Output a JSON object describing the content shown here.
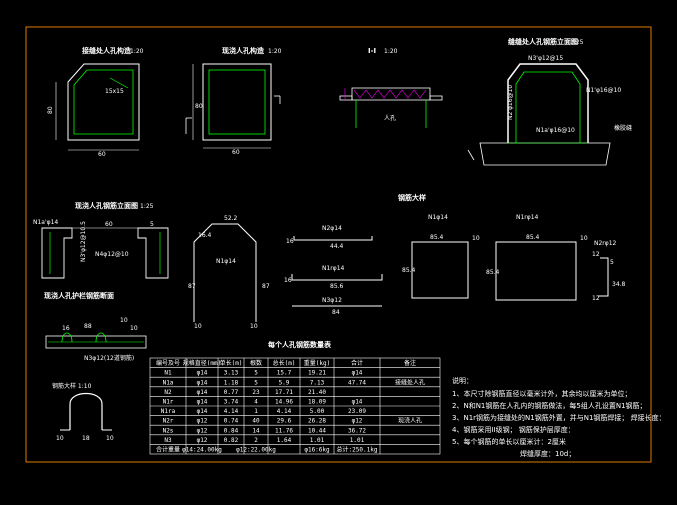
{
  "view_titles": {
    "v1": "接缝处人孔构造",
    "v1_scale": "1:20",
    "v2": "现浇人孔构造",
    "v2_scale": "1:20",
    "v3": "Ⅰ-Ⅰ",
    "v3_scale": "1:20",
    "v4": "缝缝处人孔钢筋立面图",
    "v4_scale": "1:25",
    "v5": "现浇人孔钢筋立面图",
    "v5_scale": "1:25",
    "v6": "钢筋大样",
    "v7": "现浇人孔护栏钢筋断面",
    "v8": "钢筋大样 1:10",
    "table_title": "每个人孔钢筋数量表"
  },
  "dims": {
    "v1_w": "60",
    "v1_h": "80",
    "v1_chamfer": "15x15",
    "v2_w": "60",
    "v2_h": "80",
    "v3_a": "人孔",
    "v4_top": "N3'φ12@15",
    "v4_n1": "N1'φ16@10",
    "v4_n2": "N1a'φ16@10",
    "v4_left": "N2'φ16@10",
    "v4_right": "橡胶缝",
    "v5_n1": "N1a'φ14",
    "v5_w": "60",
    "v5_n4": "N4φ12@10",
    "v5_n5": "N3'φ12@10.5",
    "v5_a": "5",
    "n1_top": "52.2",
    "n1_label": "N1φ14",
    "n1_h1": "87",
    "n1_h2": "87",
    "n1_b1": "10",
    "n1_b2": "10",
    "n1_s": "16.4",
    "n2_label": "N2φ14",
    "n2_len": "44.4",
    "n2_h": "16",
    "n1r_label": "N1rφ14",
    "n1r_len": "85.6",
    "n1r_h": "16",
    "n3_label": "N3φ12",
    "n3_len": "84",
    "sq1_label": "N1φ14",
    "sq1_top": "85.4",
    "sq1_h": "85.4",
    "sq1_a": "10",
    "sq2_label": "N1rφ14",
    "sq2_top": "85.4",
    "sq2_h": "85.4",
    "sq2_a": "10",
    "n2r_label": "N2rφ12",
    "n2r_a": "12",
    "n2r_b": "5",
    "n2r_c": "34.8",
    "n2r_d": "12",
    "v7_top": "88",
    "v7_a": "10",
    "v7_b": "16",
    "v7_n": "N3φ12(12道钢筋)",
    "v7_c": "10",
    "v8_a": "10",
    "v8_b": "18",
    "v8_c": "10"
  },
  "table": {
    "headers": [
      "编号及号",
      "规格直径(mm)",
      "单长(m)",
      "根数",
      "总长(m)",
      "重量(kg)",
      "合计",
      "备注"
    ],
    "rows": [
      [
        "N1",
        "φ14",
        "3.13",
        "5",
        "15.7",
        "19.21",
        "φ14",
        ""
      ],
      [
        "N1a",
        "φ14",
        "1.18",
        "5",
        "5.9",
        "7.13",
        "47.74",
        "接缝处人孔"
      ],
      [
        "N2",
        "φ14",
        "0.77",
        "23",
        "17.71",
        "21.40",
        "",
        ""
      ],
      [
        "N1r",
        "φ14",
        "3.74",
        "4",
        "14.96",
        "18.09",
        "φ14",
        ""
      ],
      [
        "N1ra",
        "φ14",
        "4.14",
        "1",
        "4.14",
        "5.00",
        "23.09",
        ""
      ],
      [
        "N2r",
        "φ12",
        "0.74",
        "40",
        "29.6",
        "26.28",
        "φ12",
        "现浇人孔"
      ],
      [
        "N2s",
        "φ12",
        "0.84",
        "14",
        "11.76",
        "10.44",
        "36.72",
        ""
      ],
      [
        "N3",
        "φ12",
        "0.82",
        "2",
        "1.64",
        "1.01",
        "1.01",
        ""
      ]
    ],
    "total_row": [
      "合计重量",
      "φ14:24.00kg",
      "",
      "φ12:22.00kg",
      "",
      "φ16:6kg",
      "总计:250.1kg",
      ""
    ]
  },
  "notes": {
    "heading": "说明：",
    "items": [
      "1、本尺寸除钢筋直径以毫米计外，其余均以厘米为单位；",
      "2、N和N1钢筋在人孔内的钢筋做法，每5组人孔设置N1钢筋；",
      "3、N1r钢筋为接缝处的N1钢筋外置，并与N1钢筋焊接；  焊接长度：",
      "4、钢筋采用II级钢；                          钢筋保护层厚度：",
      "5、每个钢筋的单长以厘米计：2厘米"
    ],
    "weld_note": "焊缝厚度：10d；"
  }
}
